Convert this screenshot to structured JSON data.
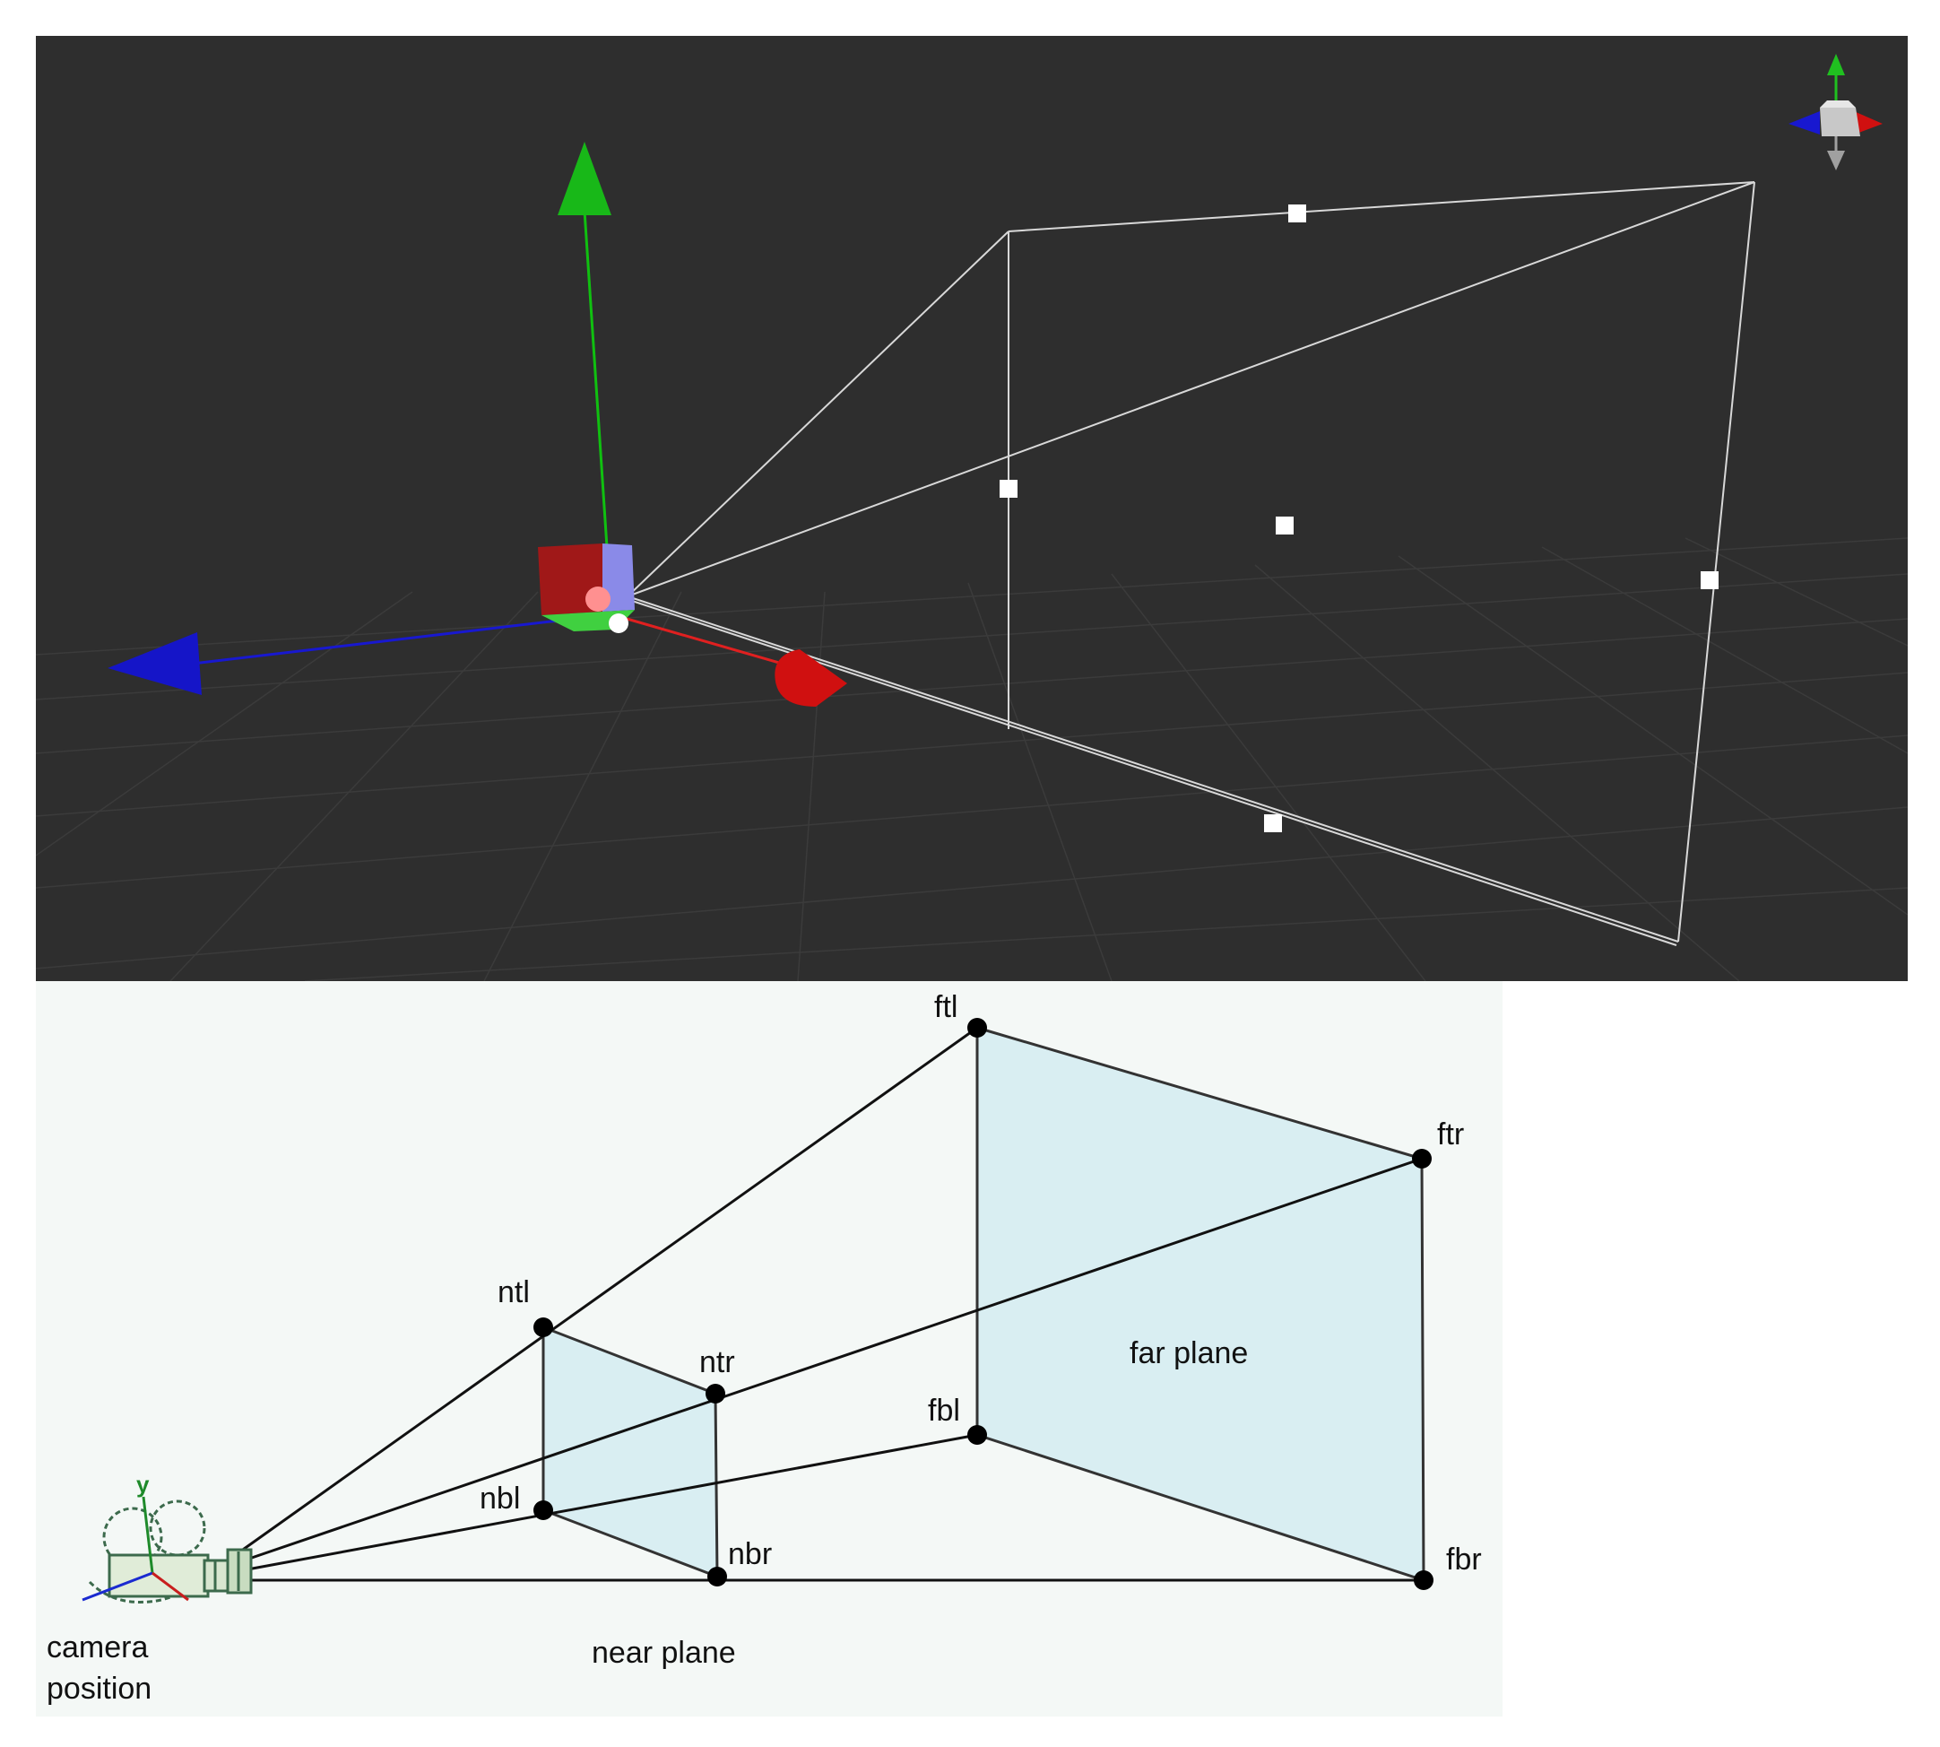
{
  "viewport": {
    "background": "#2e2e2e",
    "grid_color": "#3d3d3d",
    "frustum_color": "#d8d8d8",
    "axis_colors": {
      "x": "#d01010",
      "y": "#10c010",
      "z": "#1010d0"
    },
    "gizmo_icon": "view-orientation-gizmo-icon",
    "transform_icon": "translate-gizmo-icon",
    "camera_icon": "camera-icon"
  },
  "diagram": {
    "background": "#f4f8f6",
    "plane_fill": "#d9eef2",
    "corner_labels": {
      "ntl": "ntl",
      "ntr": "ntr",
      "nbl": "nbl",
      "nbr": "nbr",
      "ftl": "ftl",
      "ftr": "ftr",
      "fbl": "fbl",
      "fbr": "fbr"
    },
    "far_plane_label": "far plane",
    "near_plane_label": "near plane",
    "camera_label_line1": "camera",
    "camera_label_line2": "position",
    "camera_axis_label": "y"
  }
}
